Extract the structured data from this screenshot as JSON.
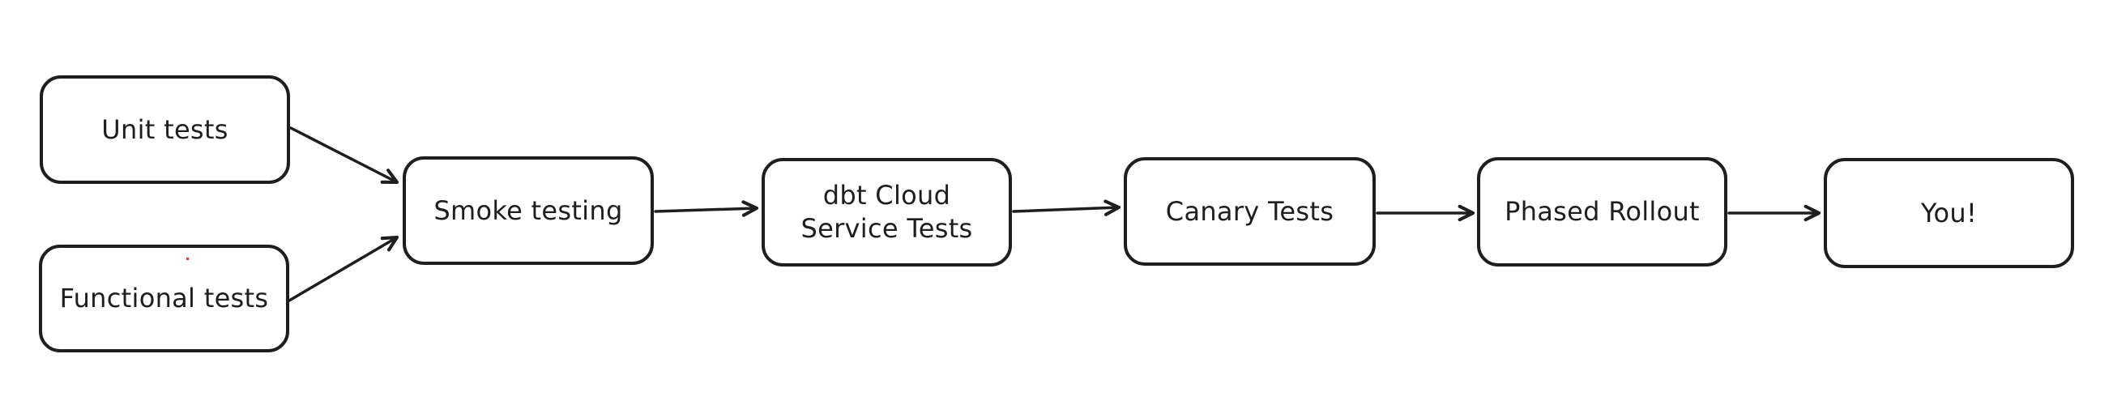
{
  "diagram": {
    "type": "flowchart",
    "style": "hand-drawn-excalidraw",
    "direction": "left-to-right",
    "colors": {
      "stroke": "#1e1e1e",
      "background": "#ffffff",
      "artifact_dot": "#e03131"
    },
    "nodes": [
      {
        "id": "unit-tests",
        "label": "Unit tests"
      },
      {
        "id": "functional-tests",
        "label": "Functional tests"
      },
      {
        "id": "smoke-testing",
        "label": "Smoke testing"
      },
      {
        "id": "dbt-cloud-service-tests",
        "label": "dbt Cloud\nService Tests"
      },
      {
        "id": "canary-tests",
        "label": "Canary Tests"
      },
      {
        "id": "phased-rollout",
        "label": "Phased Rollout"
      },
      {
        "id": "you",
        "label": "You!"
      }
    ],
    "edges": [
      {
        "from": "unit-tests",
        "to": "smoke-testing"
      },
      {
        "from": "functional-tests",
        "to": "smoke-testing"
      },
      {
        "from": "smoke-testing",
        "to": "dbt-cloud-service-tests"
      },
      {
        "from": "dbt-cloud-service-tests",
        "to": "canary-tests"
      },
      {
        "from": "canary-tests",
        "to": "phased-rollout"
      },
      {
        "from": "phased-rollout",
        "to": "you"
      }
    ]
  }
}
